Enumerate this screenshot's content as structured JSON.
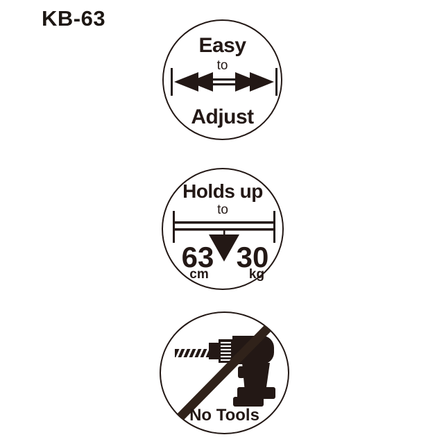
{
  "page": {
    "colors": {
      "background": "#ffffff",
      "ink": "#231815",
      "slash": "#30221a"
    }
  },
  "product_code": "KB-63",
  "badges": {
    "adjust": {
      "top_word": "Easy",
      "mid_word": "to",
      "bottom_word": "Adjust",
      "icon": "horizontal-double-arrow"
    },
    "holds": {
      "top_word": "Holds up",
      "mid_word": "to",
      "left_value": "63",
      "left_unit": "cm",
      "right_value": "30",
      "right_unit": "kg",
      "icon": "load-bar-down-arrow"
    },
    "no_tools": {
      "label": "No Tools",
      "icon": "crossed-out-drill"
    }
  }
}
